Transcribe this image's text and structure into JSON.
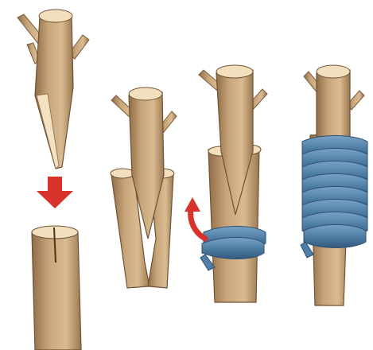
{
  "illustration": {
    "panels": [
      {
        "id": "scion",
        "label": ""
      },
      {
        "id": "rootstock-split",
        "label": ""
      },
      {
        "id": "scion-inserted",
        "label": ""
      },
      {
        "id": "tying",
        "label": ""
      },
      {
        "id": "tied",
        "label": ""
      }
    ],
    "colors": {
      "wood": "#c9a57a",
      "wood_dark": "#8a6a46",
      "wood_light": "#e7cfa9",
      "cut_face": "#f1dfbd",
      "tape": "#5a86ad",
      "tape_dark": "#3f6a90",
      "arrow": "#d8322a"
    }
  }
}
